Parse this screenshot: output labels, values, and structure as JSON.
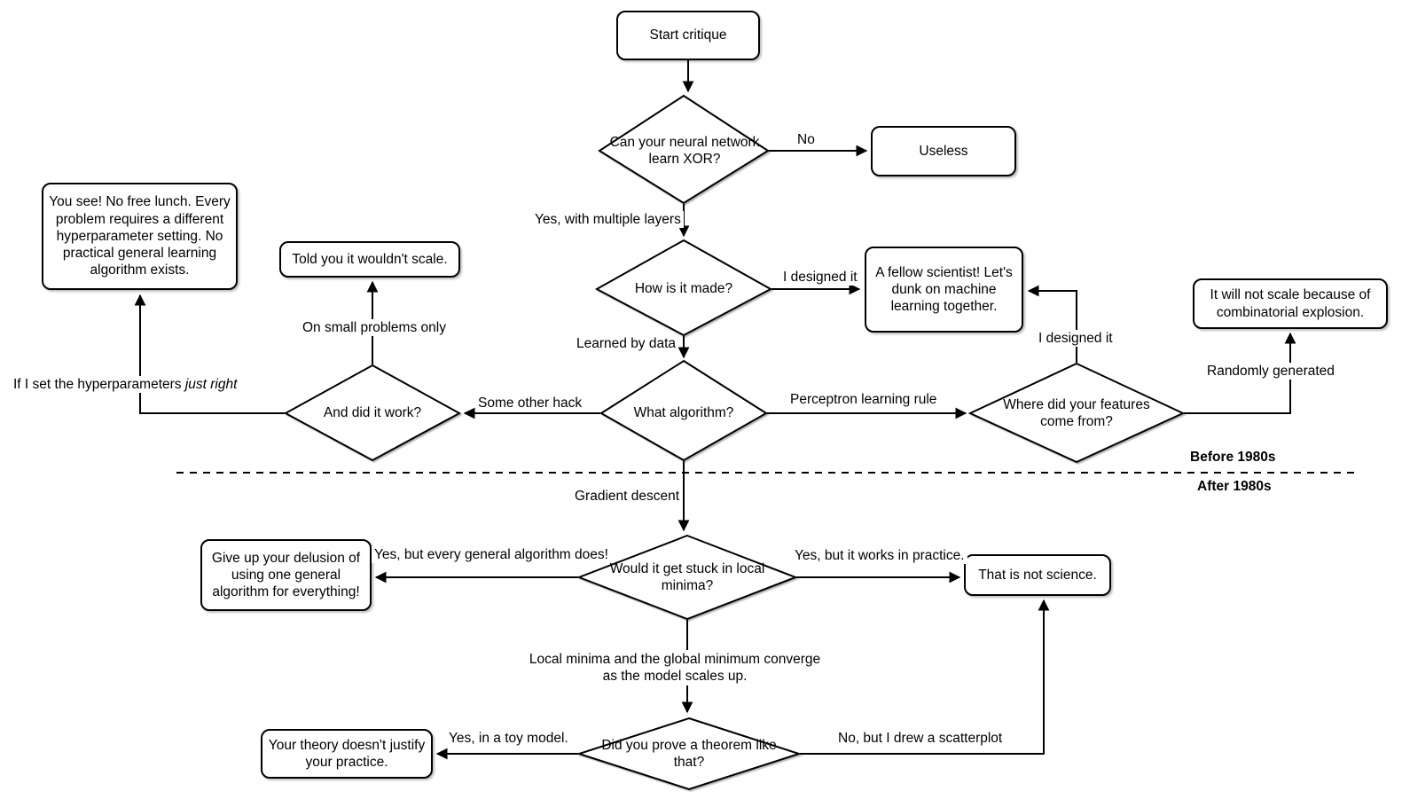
{
  "canvas": {
    "background": "#ffffff",
    "stroke_color": "#000000"
  },
  "nodes": {
    "start": {
      "label": "Start critique"
    },
    "useless": {
      "label": "Useless"
    },
    "fellow_scientist": {
      "label": "A fellow scientist! Let's dunk on machine learning together."
    },
    "no_free_lunch": {
      "label": "You see! No free lunch. Every problem requires a different hyperparameter setting. No practical general learning algorithm exists."
    },
    "wouldnt_scale": {
      "label": "Told you it wouldn't scale."
    },
    "combinatorial_explosion": {
      "label": "It will not scale because of combinatorial explosion."
    },
    "give_up_delusion": {
      "label": "Give up your delusion of using one general algorithm for everything!"
    },
    "not_science": {
      "label": "That is not science."
    },
    "theory_practice": {
      "label": "Your theory doesn't justify your practice."
    }
  },
  "decisions": {
    "learn_xor": {
      "label": "Can your neural network learn XOR?"
    },
    "how_made": {
      "label": "How is it made?"
    },
    "what_algorithm": {
      "label": "What algorithm?"
    },
    "did_it_work": {
      "label": "And did it work?"
    },
    "features_from": {
      "label": "Where did your features come from?"
    },
    "local_minima": {
      "label": "Would it get stuck in local minima?"
    },
    "prove_theorem": {
      "label": "Did you prove a theorem like that?"
    }
  },
  "edge_labels": {
    "no": "No",
    "yes_multiple_layers": "Yes, with multiple layers",
    "i_designed_it_left": "I designed it",
    "learned_by_data": "Learned by data",
    "some_other_hack": "Some other hack",
    "perceptron_rule": "Perceptron learning rule",
    "i_designed_it_right": "I designed it",
    "randomly_generated": "Randomly generated",
    "on_small_problems": "On small problems only",
    "hyperparams_prefix": "If I set the hyperparameters ",
    "hyperparams_emphasis": "just right",
    "gradient_descent": "Gradient descent",
    "every_general_algorithm": "Yes, but every general algorithm does!",
    "works_in_practice": "Yes, but it works in practice.",
    "minima_converge_line1": "Local minima and the global minimum converge",
    "minima_converge_line2": "as the model scales up.",
    "toy_model": "Yes, in a toy model.",
    "drew_scatterplot": "No, but I drew a scatterplot"
  },
  "divider": {
    "before": "Before 1980s",
    "after": "After 1980s"
  }
}
